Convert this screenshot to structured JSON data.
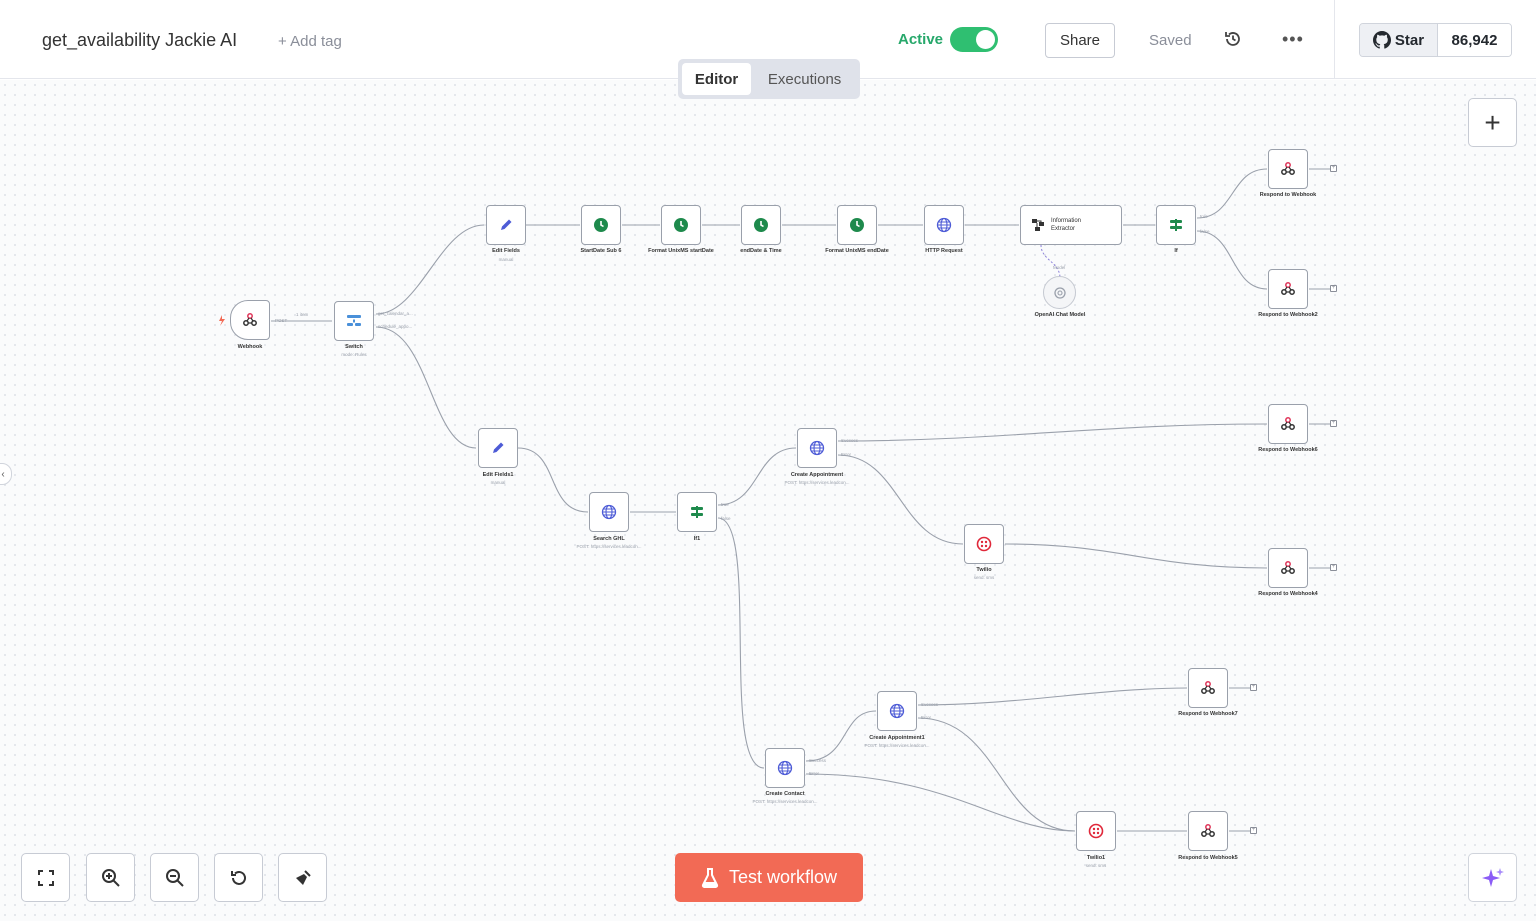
{
  "header": {
    "title": "get_availability Jackie AI",
    "add_tag": "+ Add tag",
    "active_label": "Active",
    "active": true,
    "share_label": "Share",
    "saved_label": "Saved",
    "github_star_label": "Star",
    "github_star_count": "86,942"
  },
  "tabs": [
    {
      "label": "Editor",
      "selected": true
    },
    {
      "label": "Executions",
      "selected": false
    }
  ],
  "canvas": {
    "nodes": {
      "webhook": {
        "label": "Webhook",
        "icon": "webhook-icon"
      },
      "switch": {
        "label": "Switch",
        "sub": "mode: Rules",
        "out1": "get_calendar_a...",
        "out2": "schedule_appo..."
      },
      "edit_fields": {
        "label": "Edit Fields",
        "sub": "manual"
      },
      "startdate": {
        "label": "StartDate Sub 6"
      },
      "format_start": {
        "label": "Format UnixMS startDate"
      },
      "enddate": {
        "label": "endDate & Time"
      },
      "format_end": {
        "label": "Format UnixMS endDate"
      },
      "http": {
        "label": "HTTP Request"
      },
      "info_extractor": {
        "label_line1": "Information",
        "label_line2": "Extractor",
        "model_port": "Model"
      },
      "openai": {
        "label": "OpenAI Chat Model"
      },
      "if": {
        "label": "If",
        "out_true": "true",
        "out_false": "false"
      },
      "respond1": {
        "label": "Respond to Webhook"
      },
      "respond2": {
        "label": "Respond to Webhook2"
      },
      "edit_fields1": {
        "label": "Edit Fields1",
        "sub": "manual"
      },
      "search_ghl": {
        "label": "Search GHL",
        "sub": "POST: https://services.leadcon..."
      },
      "if1": {
        "label": "If1",
        "out_true": "true",
        "out_false": "false"
      },
      "create_appt": {
        "label": "Create Appointment",
        "sub": "POST: https://services.leadcon...",
        "out1": "Success",
        "out2": "Error"
      },
      "respond6": {
        "label": "Respond to Webhook6"
      },
      "twilio": {
        "label": "Twilio",
        "sub": "send: sms"
      },
      "respond4": {
        "label": "Respond to Webhook4"
      },
      "create_appt1": {
        "label": "Create Appointment1",
        "sub": "POST: https://services.leadcon...",
        "out1": "Success",
        "out2": "Error"
      },
      "respond7": {
        "label": "Respond to Webhook7"
      },
      "create_contact": {
        "label": "Create Contact",
        "sub": "POST: https://services.leadcon...",
        "out1": "Success",
        "out2": "Error"
      },
      "twilio1": {
        "label": "Twilio1",
        "sub": "send: sms"
      },
      "respond5": {
        "label": "Respond to Webhook5"
      }
    },
    "edge_labels": {
      "webhook_out": "POST",
      "webhook_to_switch": "1 item"
    }
  },
  "controls": {
    "test_workflow_label": "Test workflow"
  },
  "colors": {
    "accent_orange": "#f26a55",
    "active_green": "#2fbf71",
    "node_clock_green": "#1e8a4c",
    "webhook_red": "#e0365a",
    "http_blue": "#4d5bd6"
  }
}
